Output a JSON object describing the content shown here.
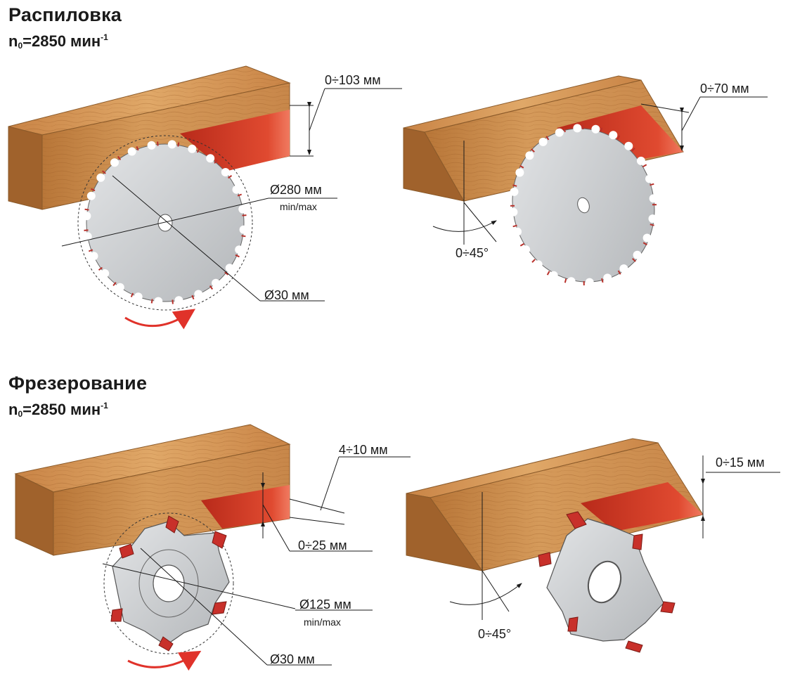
{
  "sawing": {
    "title": "Распиловка",
    "speed_n": "n",
    "speed_sub": "0",
    "speed_value": "=2850 мин",
    "speed_sup": "-1",
    "dims": {
      "height": "0÷103 мм",
      "blade_diameter": "Ø280 мм",
      "blade_minmax": "min/max",
      "bore": "Ø30 мм",
      "bevel_height": "0÷70 мм",
      "tilt": "0÷45°"
    }
  },
  "milling": {
    "title": "Фрезерование",
    "speed_n": "n",
    "speed_sub": "0",
    "speed_value": "=2850 мин",
    "speed_sup": "-1",
    "dims": {
      "groove_width": "4÷10 мм",
      "depth": "0÷25 мм",
      "cutter_diameter": "Ø125 мм",
      "cutter_minmax": "min/max",
      "bore": "Ø30 мм",
      "bevel_height": "0÷15 мм",
      "tilt": "0÷45°"
    }
  },
  "colors": {
    "wood_front": "#c98a4b",
    "wood_top": "#d9a060",
    "wood_side": "#a86a33",
    "cut": "#d9432a",
    "blade": "#c8cacc",
    "arrow": "#e0322a"
  }
}
